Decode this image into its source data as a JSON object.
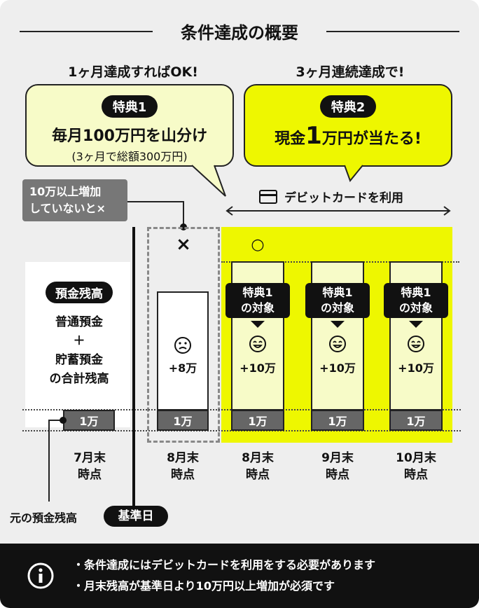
{
  "title": "条件達成の概要",
  "headings": {
    "left": "1ヶ月達成すればOK!",
    "right": "3ヶ月連続達成で!"
  },
  "benefit1": {
    "pill": "特典1",
    "main": "毎月100万円を山分け",
    "sub": "(3ヶ月で総額300万円)"
  },
  "benefit2": {
    "pill": "特典2",
    "main_pre": "現金",
    "main_big": "1",
    "main_post": "万円が当たる!"
  },
  "card_usage": "デビットカードを利用",
  "warning_note": [
    "10万以上増加",
    "していないと×"
  ],
  "symbols": {
    "fail": "×",
    "success": "○"
  },
  "balance_label": {
    "pill": "預金残高",
    "lines": [
      "普通預金",
      "＋",
      "貯蓄預金",
      "の合計残高"
    ]
  },
  "columns": [
    {
      "month": [
        "7月末",
        "時点"
      ],
      "base": "1万",
      "increase": null,
      "face": null,
      "tag": null
    },
    {
      "month": [
        "8月末",
        "時点"
      ],
      "base": "1万",
      "increase": "+8万",
      "face": "sad-face-icon",
      "tag": null
    },
    {
      "month": [
        "8月末",
        "時点"
      ],
      "base": "1万",
      "increase": "+10万",
      "face": "happy-face-icon",
      "tag": [
        "特典1",
        "の対象"
      ]
    },
    {
      "month": [
        "9月末",
        "時点"
      ],
      "base": "1万",
      "increase": "+10万",
      "face": "happy-face-icon",
      "tag": [
        "特典1",
        "の対象"
      ]
    },
    {
      "month": [
        "10月末",
        "時点"
      ],
      "base": "1万",
      "increase": "+10万",
      "face": "happy-face-icon",
      "tag": [
        "特典1",
        "の対象"
      ]
    }
  ],
  "original_balance_label": "元の預金残高",
  "base_date_label": "基準日",
  "footer_notes": [
    "・条件達成にはデビットカードを利用をする必要があります",
    "・月末残高が基準日より10万円以上増加が必須です"
  ],
  "colors": {
    "highlight_yellow": "#eef700",
    "pale_yellow": "#f7fbc8",
    "background": "#eeeeee",
    "dark": "#111111",
    "grey": "#666666"
  }
}
